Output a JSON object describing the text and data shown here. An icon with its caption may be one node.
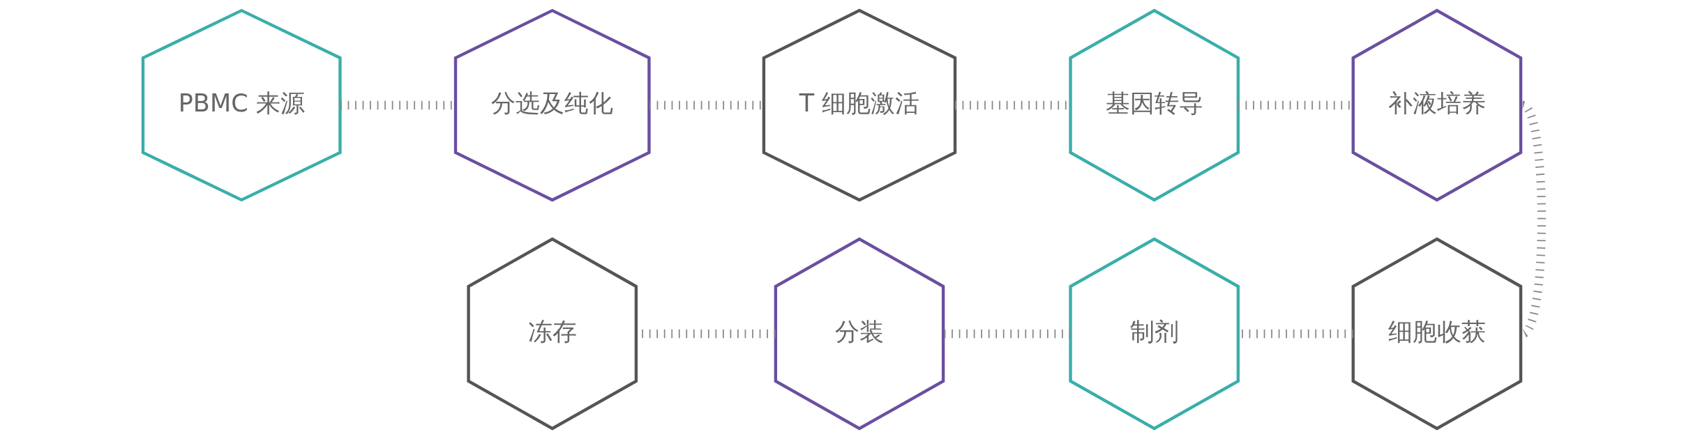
{
  "diagram": {
    "nodes": [
      {
        "text": [
          "PBMC 来源"
        ]
      },
      {
        "text": [
          "分选及纯化"
        ]
      },
      {
        "text": [
          "T 细胞激活"
        ]
      },
      {
        "text": [
          "基因转导"
        ]
      },
      {
        "text": [
          "补液培养"
        ]
      },
      {
        "text": [
          "细胞收获"
        ]
      },
      {
        "text": [
          "制剂"
        ]
      },
      {
        "text": [
          "分装"
        ]
      },
      {
        "text": [
          "冻存"
        ]
      }
    ],
    "edges": [
      {
        "from": 0,
        "to": 1,
        "arrow": "none"
      },
      {
        "from": 1,
        "to": 2,
        "arrow": "none"
      },
      {
        "from": 2,
        "to": 3,
        "arrow": "none"
      },
      {
        "from": 3,
        "to": 4,
        "arrow": "none"
      },
      {
        "from": 4,
        "to": 5,
        "arrow": "none"
      },
      {
        "from": 5,
        "to": 6,
        "arrow": "none"
      },
      {
        "from": 6,
        "to": 7,
        "arrow": "none"
      },
      {
        "from": 7,
        "to": 8,
        "arrow": "none"
      }
    ]
  }
}
